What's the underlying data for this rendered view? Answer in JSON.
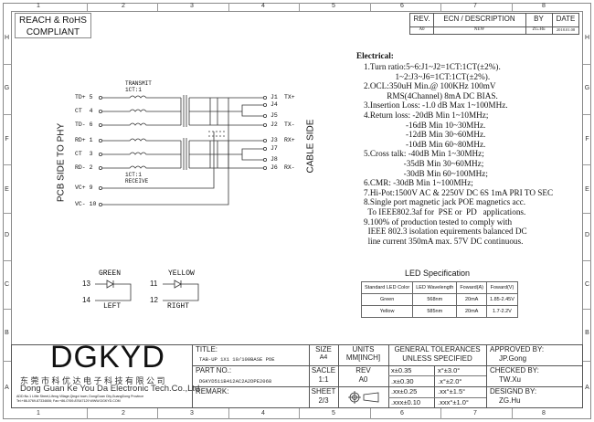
{
  "grid": {
    "cols": [
      "1",
      "2",
      "3",
      "4",
      "5",
      "6",
      "7",
      "8"
    ],
    "rows": [
      "H",
      "G",
      "F",
      "E",
      "D",
      "C",
      "B",
      "A"
    ]
  },
  "compliance": [
    "REACH & RoHS",
    "COMPLIANT"
  ],
  "revision": {
    "headers": [
      "REV.",
      "ECN / DESCRIPTION",
      "BY",
      "DATE"
    ],
    "row": [
      "A0",
      "NEW",
      "ZG.Hu",
      "2018.01.08"
    ]
  },
  "schematic": {
    "transmit": [
      "TRANSMIT",
      "1CT:1"
    ],
    "receive": [
      "1CT:1",
      "RECEIVE"
    ],
    "left_pins": [
      "TD+ 5",
      "CT  4",
      "TD- 6",
      "RD+ 1",
      "CT  3",
      "RD- 2",
      "VC+ 9",
      "VC- 10"
    ],
    "right_pins": [
      "J1",
      "J4",
      "J5",
      "J2",
      "J3",
      "J7",
      "J8",
      "J6"
    ],
    "right_signals": [
      "TX+",
      "TX-",
      "RX+",
      "RX-"
    ],
    "pcb_side": "PCB SIDE TO PHY",
    "cable_side": "CABLE SIDE"
  },
  "leds": {
    "left": {
      "color": "GREEN",
      "pins": [
        "13",
        "14"
      ],
      "pos": "LEFT"
    },
    "right": {
      "color": "YELLOW",
      "pins": [
        "11",
        "12"
      ],
      "pos": "RIGHT"
    }
  },
  "electrical": {
    "title": "Electrical:",
    "lines": [
      "1.Turn ratio:5~6:J1~J2=1CT:1CT(±2%).",
      "               1~2:J3~J6=1CT:1CT(±2%).",
      "2.OCL:350uH Min.@ 100KHz 100mV",
      "           RMS(4Channel) 8mA DC BIAS.",
      "3.Insertion Loss: -1.0 dB Max 1~100MHz.",
      "4.Return loss: -20dB Min 1~10MHz;",
      "                    -16dB Min 10~30MHz.",
      "                    -12dB Min 30~60MHz.",
      "                    -10dB Min 60~80MHz.",
      "5.Cross talk: -40dB Min 1~30MHz;",
      "                   -35dB Min 30~60MHz;",
      "                   -30dB Min 60~100MHz;",
      "6.CMR: -30dB Min 1~100MHz;",
      "7.Hi-Pot:1500V AC & 2250V DC 6S 1mA PRI TO SEC",
      "8.Single port magnetic jack POE magnetics acc.",
      "  To IEEE802.3af for  PSE or  PD   applications.",
      "9.100% of production tested to comply with",
      "  IEEE 802.3 isolation equirements balanced DC",
      "  line current 350mA max. 57V DC continuous."
    ]
  },
  "led_spec": {
    "title": "LED Specification",
    "headers": [
      "Standard LED Color",
      "LED Wavelength",
      "Foward(A)",
      "Foward(V)"
    ],
    "rows": [
      [
        "Green",
        "568nm",
        "20mA",
        "1.85-2.45V"
      ],
      [
        "Yellow",
        "585nm",
        "20mA",
        "1.7-2.2V"
      ]
    ]
  },
  "company": {
    "logo": "DGKYD",
    "chinese": "东 莞 市 科 优 达 电 子 科 技 有 限 公 司",
    "english": "Dong Guan Ke You Da Electronic Tech.Co.,Ltd",
    "address": "ADD:No.1 Lilite Street,Lifeng Village,Qingxi town, DongGuan City,GuangDong Province",
    "contact": "Tel:+86-0769-87334606; Fax:+86-0769-87647129  WWW.DGKYD.COM"
  },
  "titleblock": {
    "title_label": "TITLE:",
    "title": "TAB-UP 1X1 10/100BASE POE",
    "part_label": "PART NO.:",
    "part": "DGKYD511B412AC2A2DPE2068",
    "remark_label": "REMARK:",
    "size_label": "SIZE",
    "size": "A4",
    "units_label": "UNITS",
    "units": "MM[INCH]",
    "scale_label": "SACLE",
    "scale": "1:1",
    "rev_label": "REV",
    "rev": "A0",
    "sheet_label": "SHEET",
    "sheet": "2/3",
    "tol_title": [
      "GENERAL TOLERANCES",
      "UNLESS SPECIFIED"
    ],
    "tol": [
      [
        "x±0.35",
        "x°±3.0°"
      ],
      [
        ".x±0.30",
        ".x°±2.0°"
      ],
      [
        ".xx±0.25",
        ".xx°±1.5°"
      ],
      [
        ".xxx±0.10",
        ".xxx°±1.0°"
      ]
    ],
    "approved_label": "APPROVED BY:",
    "approved": "JP.Gong",
    "checked_label": "CHECKED BY:",
    "checked": "TW.Xu",
    "designed_label": "DESIGND BY:",
    "designed": "ZG.Hu"
  }
}
